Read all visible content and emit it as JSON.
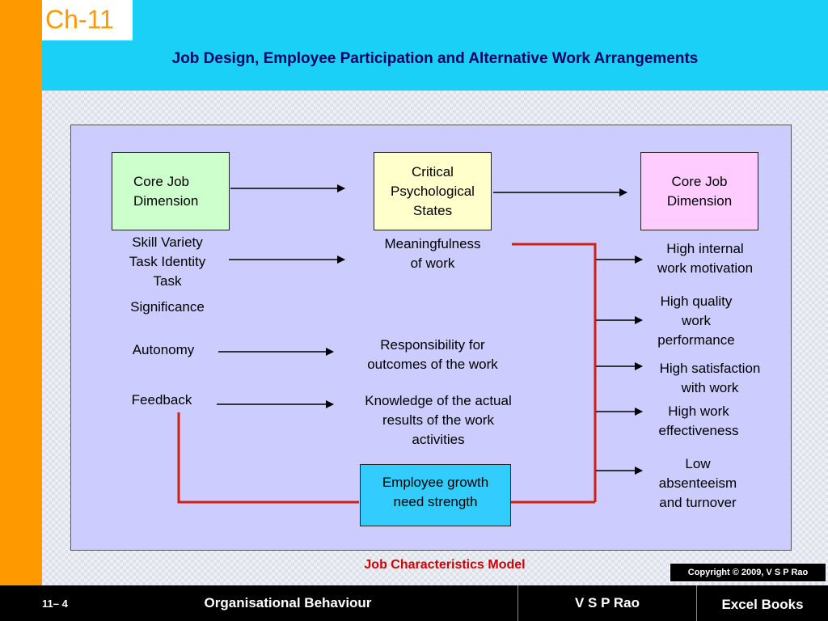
{
  "header": {
    "chapter": "Ch-11",
    "title": "Job Design, Employee Participation and Alternative Work Arrangements"
  },
  "diagram": {
    "headers": {
      "core_job_dimension_left": "Core Job\nDimension",
      "critical_states": "Critical\nPsychological\nStates",
      "core_job_dimension_right": "Core Job\nDimension"
    },
    "dimensions": {
      "skill_variety": "Skill Variety\nTask Identity\nTask",
      "significance": "Significance",
      "autonomy": "Autonomy",
      "feedback": "Feedback"
    },
    "states": {
      "meaningfulness": "Meaningfulness\nof work",
      "responsibility": "Responsibility for\noutcomes of  the work",
      "knowledge": "Knowledge of the actual\nresults of the work\nactivities"
    },
    "outcomes": {
      "motivation": "High internal\nwork motivation",
      "quality": "High quality\nwork\nperformance",
      "satisfaction": "High satisfaction\nwith work",
      "effectiveness": "High work\neffectiveness",
      "absenteeism": "Low\nabsenteeism\nand turnover"
    },
    "moderator": "Employee growth\nneed strength",
    "caption": "Job Characteristics Model"
  },
  "copyright": "Copyright © 2009, V S P Rao",
  "footer": {
    "page": "11– 4",
    "course": "Organisational Behaviour",
    "author": "V S P Rao",
    "publisher": "Excel Books"
  },
  "colors": {
    "orange": "#ff9900",
    "cyan": "#1ad0f7",
    "panel": "#ccccff",
    "red_line": "#cc2211",
    "caption_red": "#cc0000",
    "title_navy": "#000066"
  }
}
